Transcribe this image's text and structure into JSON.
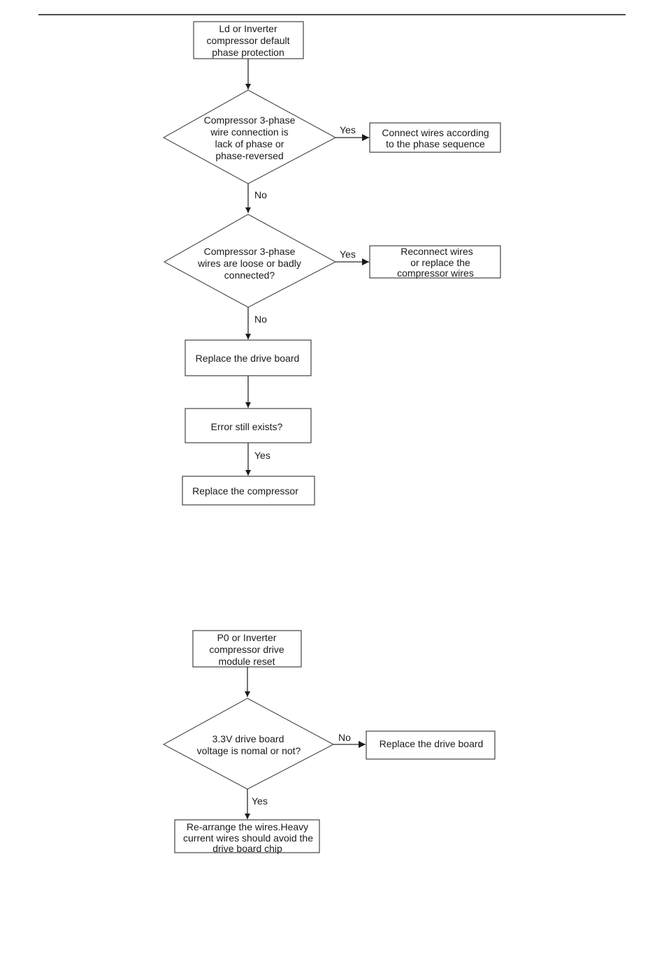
{
  "flowchart_ld": {
    "start": [
      "Ld or Inverter",
      "compressor default",
      "phase protection"
    ],
    "decision_phase": [
      "Compressor 3-phase",
      "wire connection is",
      "lack of phase or",
      "phase-reversed"
    ],
    "decision_phase_yes": "Yes",
    "connect_wires": [
      "Connect wires according",
      "to the phase sequence"
    ],
    "decision_phase_no": "No",
    "decision_loose": [
      "Compressor 3-phase",
      "wires are loose or badly",
      "connected?"
    ],
    "decision_loose_yes": "Yes",
    "reconnect_wires": [
      "Reconnect wires",
      "or replace the",
      "compressor  wires"
    ],
    "decision_loose_no": "No",
    "replace_drive_board": "Replace the drive board",
    "error_still_exists": "Error still exists?",
    "error_yes": "Yes",
    "replace_compressor": "Replace the compressor"
  },
  "flowchart_p0": {
    "start": [
      "P0 or Inverter",
      "compressor drive",
      "module reset"
    ],
    "decision_voltage": [
      "3.3V drive board",
      "voltage is nomal or not?"
    ],
    "decision_voltage_no": "No",
    "replace_drive_board": "Replace the drive board",
    "decision_voltage_yes": "Yes",
    "rearrange_wires": [
      "Re-arrange the wires.Heavy",
      "current wires should avoid the",
      "drive board chip"
    ]
  }
}
